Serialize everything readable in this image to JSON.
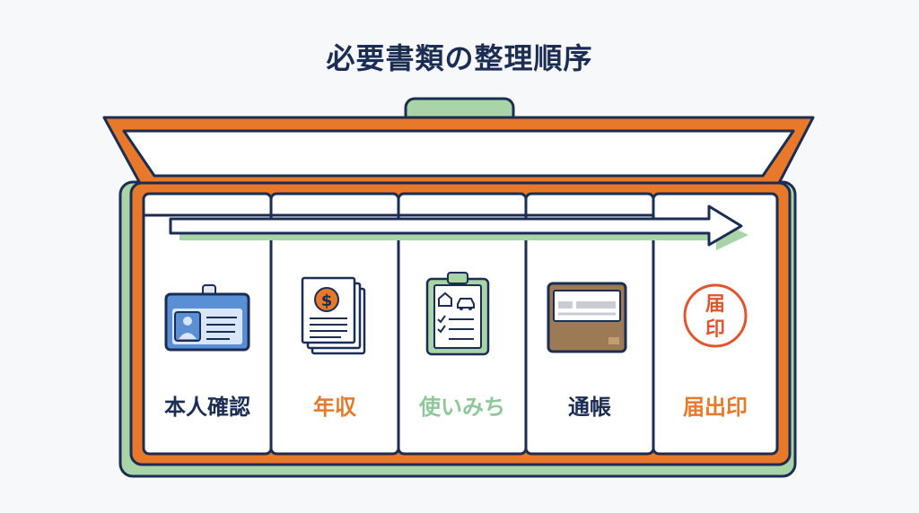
{
  "title": "必要書類の整理順序",
  "colors": {
    "navy": "#1b2d52",
    "orange": "#e8782a",
    "green": "#a8d4a7",
    "blue": "#5a8fd6",
    "brown": "#9c7a56"
  },
  "steps": [
    {
      "label": "本人確認",
      "icon": "id-card-icon",
      "color": "#1b2d52"
    },
    {
      "label": "年収",
      "icon": "income-document-icon",
      "color": "#e8782a"
    },
    {
      "label": "使いみち",
      "icon": "clipboard-checklist-icon",
      "color": "#8fc79a"
    },
    {
      "label": "通帳",
      "icon": "bankbook-icon",
      "color": "#1b2d52"
    },
    {
      "label": "届出印",
      "icon": "seal-stamp-icon",
      "color": "#e8782a"
    }
  ],
  "stamp": {
    "line1": "届",
    "line2": "印"
  }
}
